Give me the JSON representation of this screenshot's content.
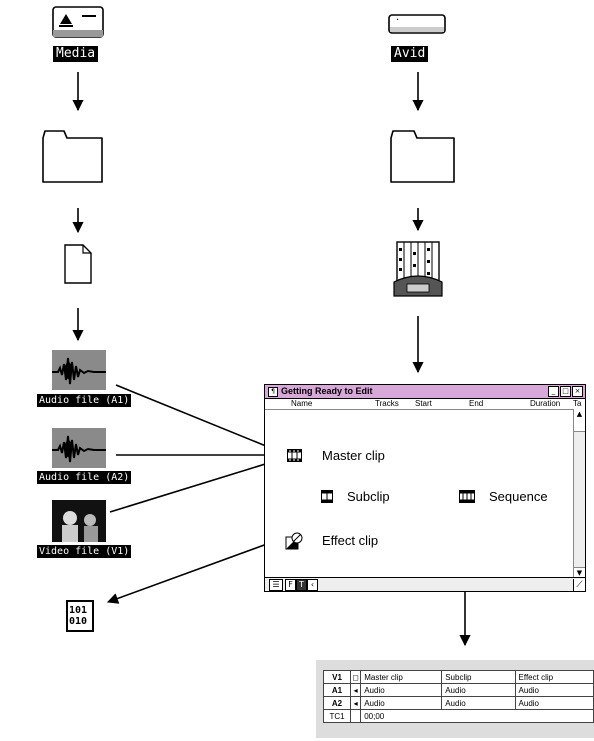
{
  "drives": {
    "media_label": "Media",
    "avid_label": "Avid",
    "avid_field_text": "."
  },
  "sources": {
    "audio_a1_label": "Audio file (A1)",
    "audio_a2_label": "Audio file (A2)",
    "video_v1_label": "Video file (V1)",
    "data_file_text": "101\n010"
  },
  "bin_window": {
    "title": "Getting Ready to Edit",
    "app_icon_glyph": "¶",
    "columns": [
      "Name",
      "Tracks",
      "Start",
      "End",
      "Duration",
      "Ta"
    ],
    "items": {
      "master_clip": "Master clip",
      "subclip": "Subclip",
      "effect_clip": "Effect clip",
      "sequence": "Sequence"
    },
    "footer_controls": [
      "☰",
      "F",
      "T",
      "‹"
    ]
  },
  "timeline": {
    "rows": [
      {
        "track": "V1",
        "cells": [
          "Master clip",
          "Subclip",
          "Effect clip"
        ]
      },
      {
        "track": "A1",
        "cells": [
          "Audio",
          "Audio",
          "Audio"
        ]
      },
      {
        "track": "A2",
        "cells": [
          "Audio",
          "Audio",
          "Audio"
        ]
      },
      {
        "track": "TC1",
        "cells": [
          "00;00"
        ]
      }
    ]
  }
}
